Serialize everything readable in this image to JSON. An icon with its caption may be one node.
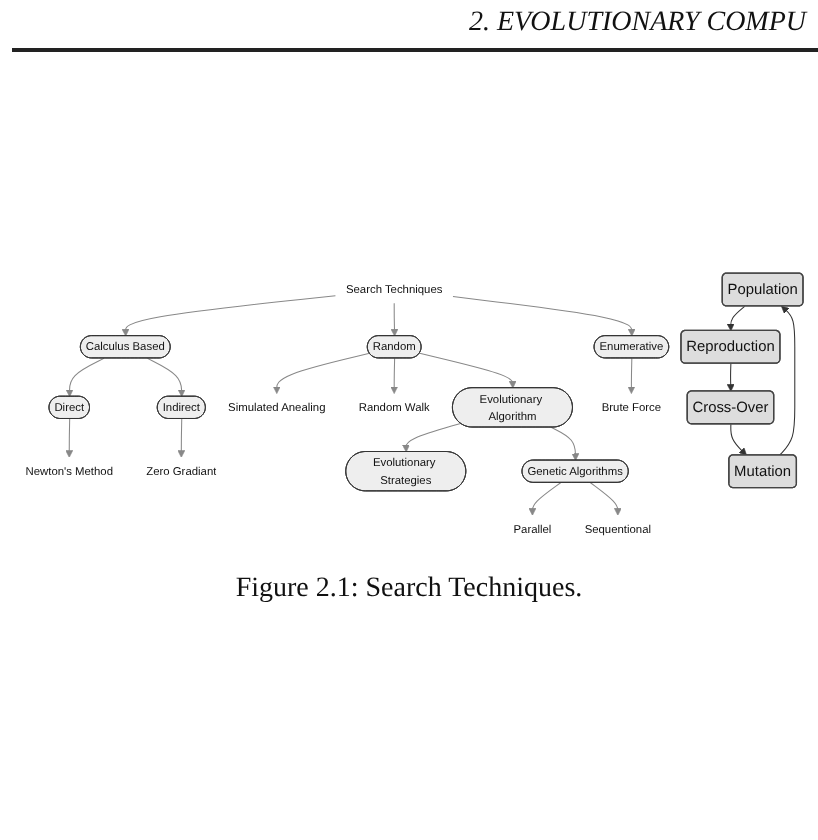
{
  "diagram": {
    "caption": "Figure 2.1: Search Techniques.",
    "nodes": [
      {
        "text": [
          "Search Techniques"
        ]
      },
      {
        "text": [
          "Calculus Based"
        ]
      },
      {
        "text": [
          "Random"
        ]
      },
      {
        "text": [
          "Enumerative"
        ]
      },
      {
        "text": [
          "Direct"
        ]
      },
      {
        "text": [
          "Indirect"
        ]
      },
      {
        "text": [
          "Newton's Method"
        ]
      },
      {
        "text": [
          "Zero Gradiant"
        ]
      },
      {
        "text": [
          "Simulated Anealing"
        ]
      },
      {
        "text": [
          "Random Walk"
        ]
      },
      {
        "text": [
          "Evolutionary Algorithm"
        ]
      },
      {
        "text": [
          "Brute Force"
        ]
      },
      {
        "text": [
          "Evolutionary Strategies"
        ]
      },
      {
        "text": [
          "Genetic Algorithms"
        ]
      },
      {
        "text": [
          "Parallel"
        ]
      },
      {
        "text": [
          "Sequentional"
        ]
      },
      {
        "text": [
          "Population"
        ]
      },
      {
        "text": [
          "Mutation"
        ]
      },
      {
        "text": [
          "Reproduction"
        ]
      },
      {
        "text": [
          "Cross-Over"
        ]
      }
    ],
    "edges": [
      {
        "from": 0,
        "to": 1,
        "arrow": "to"
      },
      {
        "from": 0,
        "to": 2,
        "arrow": "to"
      },
      {
        "from": 0,
        "to": 3,
        "arrow": "to"
      },
      {
        "from": 1,
        "to": 4,
        "arrow": "to"
      },
      {
        "from": 1,
        "to": 5,
        "arrow": "to"
      },
      {
        "from": 4,
        "to": 6,
        "arrow": "to"
      },
      {
        "from": 5,
        "to": 7,
        "arrow": "to"
      },
      {
        "from": 2,
        "to": 8,
        "arrow": "to"
      },
      {
        "from": 2,
        "to": 9,
        "arrow": "to"
      },
      {
        "from": 2,
        "to": 10,
        "arrow": "to"
      },
      {
        "from": 3,
        "to": 11,
        "arrow": "to"
      },
      {
        "from": 10,
        "to": 12,
        "arrow": "to"
      },
      {
        "from": 10,
        "to": 13,
        "arrow": "to"
      },
      {
        "from": 13,
        "to": 14,
        "arrow": "to"
      },
      {
        "from": 13,
        "to": 15,
        "arrow": "to"
      },
      {
        "from": 16,
        "to": 18,
        "arrow": "to",
        "color": "#333333"
      },
      {
        "from": 18,
        "to": 19,
        "arrow": "to",
        "color": "#333333"
      },
      {
        "from": 19,
        "to": 17,
        "arrow": "to",
        "color": "#333333"
      },
      {
        "from": 17,
        "to": 16,
        "arrow": "to",
        "color": "#333333"
      }
    ],
    "labels": [
      "2. EVOLUTIONARY COMPU"
    ]
  }
}
